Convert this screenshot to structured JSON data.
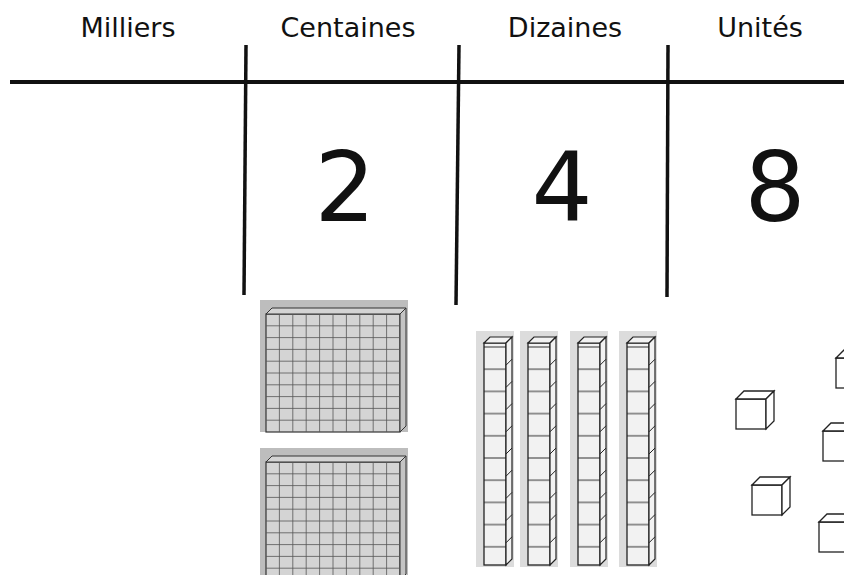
{
  "diagram": {
    "labels": [
      "Milliers",
      "Centaines",
      "Dizaines",
      "Unités",
      "2",
      "4",
      "8"
    ]
  }
}
